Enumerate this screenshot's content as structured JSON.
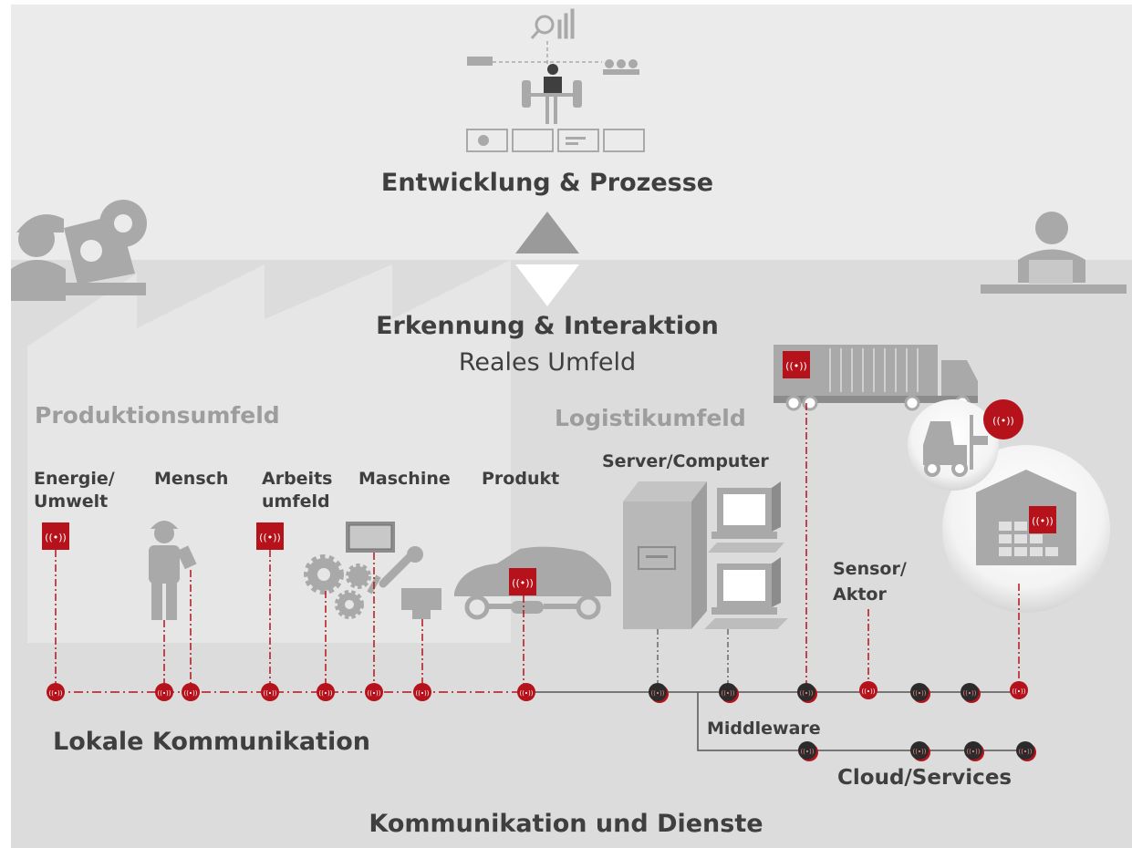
{
  "top": {
    "title": "Entwicklung & Prozesse",
    "subtitle": "Erkennung & Interaktion",
    "real_env": "Reales Umfeld"
  },
  "environments": {
    "production": "Produktionsumfeld",
    "logistics": "Logistikumfeld"
  },
  "production_categories": [
    {
      "line1": "Energie/",
      "line2": "Umwelt"
    },
    {
      "line1": "Mensch",
      "line2": ""
    },
    {
      "line1": "Arbeits",
      "line2": "umfeld"
    },
    {
      "line1": "Maschine",
      "line2": ""
    },
    {
      "line1": "Produkt",
      "line2": ""
    }
  ],
  "server_label": "Server/Computer",
  "sensor_label": {
    "line1": "Sensor/",
    "line2": "Aktor"
  },
  "network": {
    "local": "Lokale Kommunikation",
    "middleware": "Middleware",
    "cloud": "Cloud/Services",
    "footer": "Kommunikation und Dienste"
  },
  "colors": {
    "accent_red": "#b5121b",
    "node_dark": "#2b2b2b",
    "text_dark": "#3f3f3f",
    "text_grey": "#9d9d9d",
    "band_light": "#ebebeb",
    "band_mid": "#dcdcdc",
    "icon_grey": "#a9a9a9"
  },
  "icons": [
    "rfid-tag-icon",
    "worker-icon",
    "gears-icon",
    "robot-arm-icon",
    "car-icon",
    "server-icon",
    "computer-icon",
    "truck-icon",
    "forklift-icon",
    "warehouse-icon",
    "meeting-icon",
    "engineer-laptop-icon",
    "desk-user-icon"
  ]
}
